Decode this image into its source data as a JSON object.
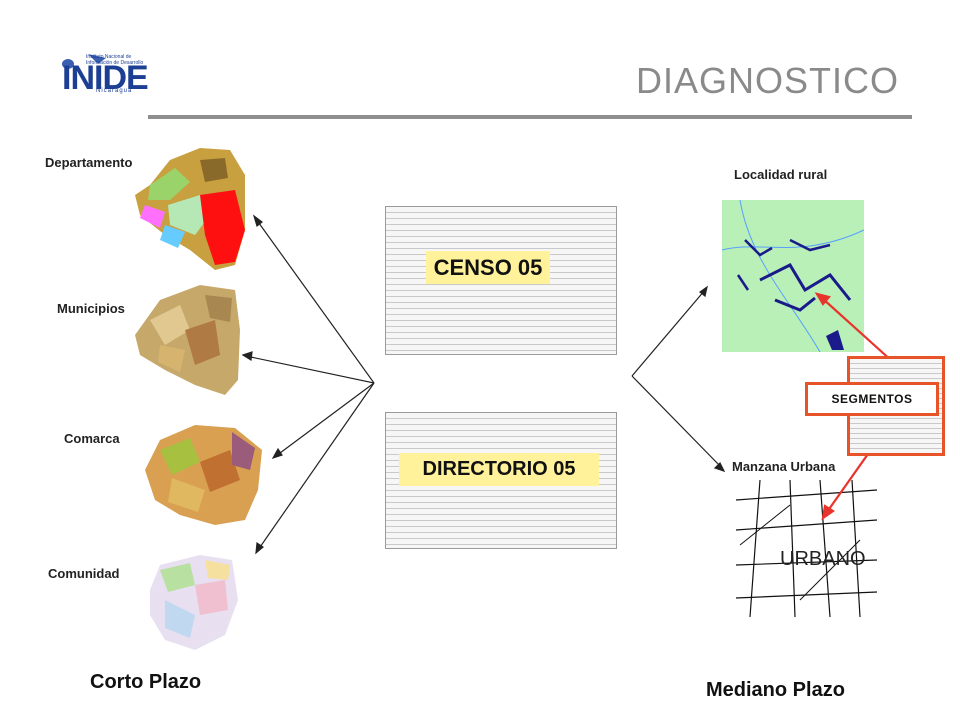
{
  "logo": {
    "main_text": "INIDE",
    "sub_text": "Instituto Nacional de Información de Desarrollo",
    "under_text": "Nicaragua"
  },
  "title": "DIAGNOSTICO",
  "left_maps": [
    {
      "label": "Departamento"
    },
    {
      "label": "Municipios"
    },
    {
      "label": "Comarca"
    },
    {
      "label": "Comunidad"
    }
  ],
  "center": {
    "censo_label": "CENSO 05",
    "directorio_label": "DIRECTORIO 05"
  },
  "right_maps": {
    "rural_label": "Localidad rural",
    "urban_label": "Manzana Urbana",
    "urban_map_text": "URBANO",
    "segments_label": "SEGMENTOS"
  },
  "footer": {
    "left_term": "Corto Plazo",
    "right_term": "Mediano Plazo"
  },
  "colors": {
    "title_gray": "#8a8a8a",
    "logo_blue": "#1c3f94",
    "highlight_yellow": "#fff29a",
    "segment_red": "#e8542a",
    "rural_water": "#b8f0b8",
    "rural_lines": "#1a1a8a"
  }
}
